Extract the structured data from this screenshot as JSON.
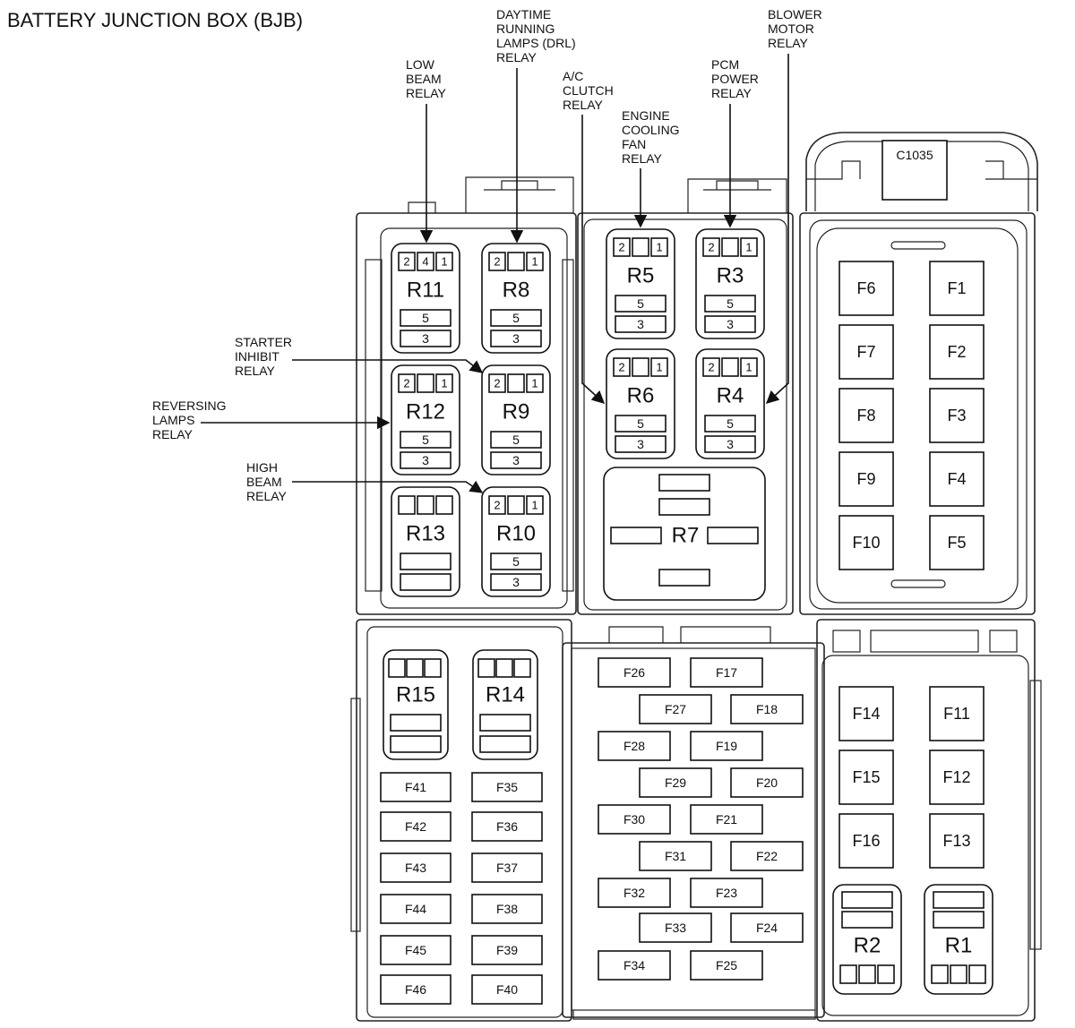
{
  "title": "BATTERY JUNCTION BOX (BJB)",
  "connector": "C1035",
  "callouts": {
    "low_beam": [
      "LOW",
      "BEAM",
      "RELAY"
    ],
    "drl": [
      "DAYTIME",
      "RUNNING",
      "LAMPS (DRL)",
      "RELAY"
    ],
    "ac_clutch": [
      "A/C",
      "CLUTCH",
      "RELAY"
    ],
    "engine_cooling": [
      "ENGINE",
      "COOLING",
      "FAN",
      "RELAY"
    ],
    "pcm_power": [
      "PCM",
      "POWER",
      "RELAY"
    ],
    "blower_motor": [
      "BLOWER",
      "MOTOR",
      "RELAY"
    ],
    "starter_inhibit": [
      "STARTER",
      "INHIBIT",
      "RELAY"
    ],
    "reversing_lamps": [
      "REVERSING",
      "LAMPS",
      "RELAY"
    ],
    "high_beam": [
      "HIGH",
      "BEAM",
      "RELAY"
    ]
  },
  "relays": {
    "R11": {
      "label": "R11",
      "pins": [
        "2",
        "4",
        "1"
      ],
      "p5": "5",
      "p3": "3"
    },
    "R8": {
      "label": "R8",
      "pins": [
        "2",
        "",
        "1"
      ],
      "p5": "5",
      "p3": "3"
    },
    "R12": {
      "label": "R12",
      "pins": [
        "2",
        "",
        "1"
      ],
      "p5": "5",
      "p3": "3"
    },
    "R9": {
      "label": "R9",
      "pins": [
        "2",
        "",
        "1"
      ],
      "p5": "5",
      "p3": "3"
    },
    "R13": {
      "label": "R13",
      "pins": [
        "",
        "",
        ""
      ],
      "p5": "",
      "p3": ""
    },
    "R10": {
      "label": "R10",
      "pins": [
        "2",
        "",
        "1"
      ],
      "p5": "5",
      "p3": "3"
    },
    "R5": {
      "label": "R5",
      "pins": [
        "2",
        "",
        "1"
      ],
      "p5": "5",
      "p3": "3"
    },
    "R3": {
      "label": "R3",
      "pins": [
        "2",
        "",
        "1"
      ],
      "p5": "5",
      "p3": "3"
    },
    "R6": {
      "label": "R6",
      "pins": [
        "2",
        "",
        "1"
      ],
      "p5": "5",
      "p3": "3"
    },
    "R4": {
      "label": "R4",
      "pins": [
        "2",
        "",
        "1"
      ],
      "p5": "5",
      "p3": "3"
    },
    "R7": {
      "label": "R7"
    },
    "R15": {
      "label": "R15"
    },
    "R14": {
      "label": "R14"
    },
    "R2": {
      "label": "R2"
    },
    "R1": {
      "label": "R1"
    }
  },
  "fuses": {
    "F1": "F1",
    "F2": "F2",
    "F3": "F3",
    "F4": "F4",
    "F5": "F5",
    "F6": "F6",
    "F7": "F7",
    "F8": "F8",
    "F9": "F9",
    "F10": "F10",
    "F11": "F11",
    "F12": "F12",
    "F13": "F13",
    "F14": "F14",
    "F15": "F15",
    "F16": "F16",
    "F17": "F17",
    "F18": "F18",
    "F19": "F19",
    "F20": "F20",
    "F21": "F21",
    "F22": "F22",
    "F23": "F23",
    "F24": "F24",
    "F25": "F25",
    "F26": "F26",
    "F27": "F27",
    "F28": "F28",
    "F29": "F29",
    "F30": "F30",
    "F31": "F31",
    "F32": "F32",
    "F33": "F33",
    "F34": "F34",
    "F35": "F35",
    "F36": "F36",
    "F37": "F37",
    "F38": "F38",
    "F39": "F39",
    "F40": "F40",
    "F41": "F41",
    "F42": "F42",
    "F43": "F43",
    "F44": "F44",
    "F45": "F45",
    "F46": "F46"
  }
}
